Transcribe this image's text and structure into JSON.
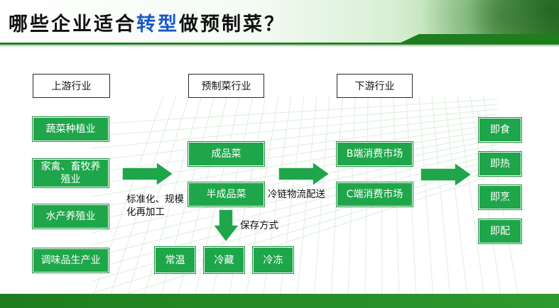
{
  "title": {
    "before": "哪些企业适合",
    "highlight": "转型",
    "after": "做预制菜？"
  },
  "headers": {
    "upstream": "上游行业",
    "prefab": "预制菜行业",
    "downstream": "下游行业"
  },
  "upstream_items": [
    "蔬菜种植业",
    "家禽、畜牧养殖业",
    "水产养殖业",
    "调味品生产业"
  ],
  "prefab_items": {
    "finished": "成品菜",
    "semi": "半成品菜"
  },
  "downstream_items": {
    "b_market": "B端消费市场",
    "c_market": "C端消费市场"
  },
  "end_items": [
    "即食",
    "即热",
    "即烹",
    "即配"
  ],
  "arrow_labels": {
    "process": "标准化、规模化再加工",
    "logistics": "冷链物流配送",
    "storage": "保存方式"
  },
  "storage_items": [
    "常温",
    "冷藏",
    "冷冻"
  ],
  "colors": {
    "box_green": "#1fa64a",
    "title_highlight": "#1a57c9",
    "arrow_green": "#1fa64a"
  }
}
